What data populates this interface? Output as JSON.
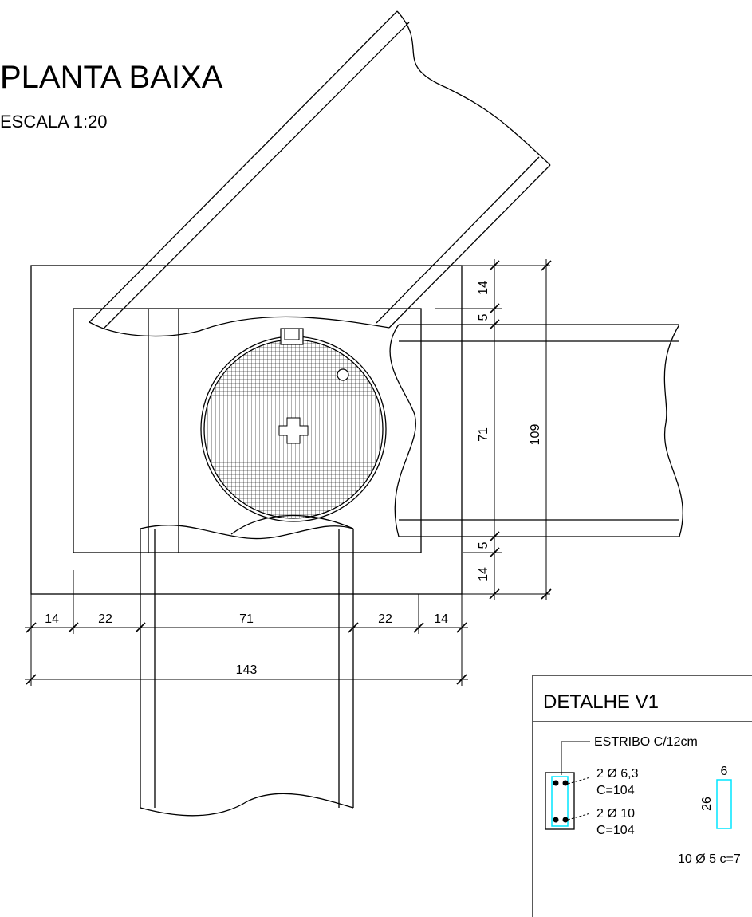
{
  "plan": {
    "title": "PLANTA BAIXA",
    "scale": "ESCALA 1:20"
  },
  "dims": {
    "right_14_top": "14",
    "right_5_top": "5",
    "right_71": "71",
    "right_109": "109",
    "right_5_bottom": "5",
    "right_14_bottom": "14",
    "bottom_14_left": "14",
    "bottom_22_left": "22",
    "bottom_71": "71",
    "bottom_22_right": "22",
    "bottom_14_right": "14",
    "bottom_143": "143"
  },
  "detail": {
    "title": "DETALHE V1",
    "stirrup_label": "ESTRIBO C/12cm",
    "top_bars": "2 Ø 6,3",
    "top_length": "C=104",
    "bottom_bars": "2 Ø 10",
    "bottom_length": "C=104",
    "stirrup_width": "6",
    "stirrup_height": "26",
    "stirrup_spec": "10 Ø 5 c=7"
  }
}
